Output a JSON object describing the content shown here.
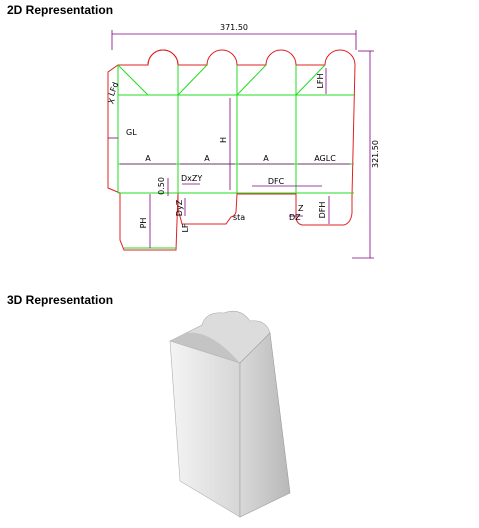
{
  "headings": {
    "two_d": "2D Representation",
    "three_d": "3D Representation"
  },
  "dimensions": {
    "total_width": "371.50",
    "total_height": "321.50",
    "panel_a": "A",
    "glue_panel": "AGLC",
    "glue_flap": "GL",
    "height": "H",
    "lid_flap_height": "LFH",
    "pocket_height": "PH",
    "dust_flap_center": "DFC",
    "dust_flap_height": "DFH",
    "offset_value": "0.50",
    "dxzy": "DxZY",
    "dyz": "DyZ",
    "x_angle": "X",
    "z_label": "Z",
    "dz": "DZ",
    "sta": "sta",
    "lf": "LF",
    "lfd": "LFd"
  },
  "colors": {
    "cut_line": "#e02020",
    "fold_line": "#22dd22",
    "dimension_line": "#800080",
    "box_face_light": "#ececec",
    "box_face_dark": "#bdbdbd"
  }
}
